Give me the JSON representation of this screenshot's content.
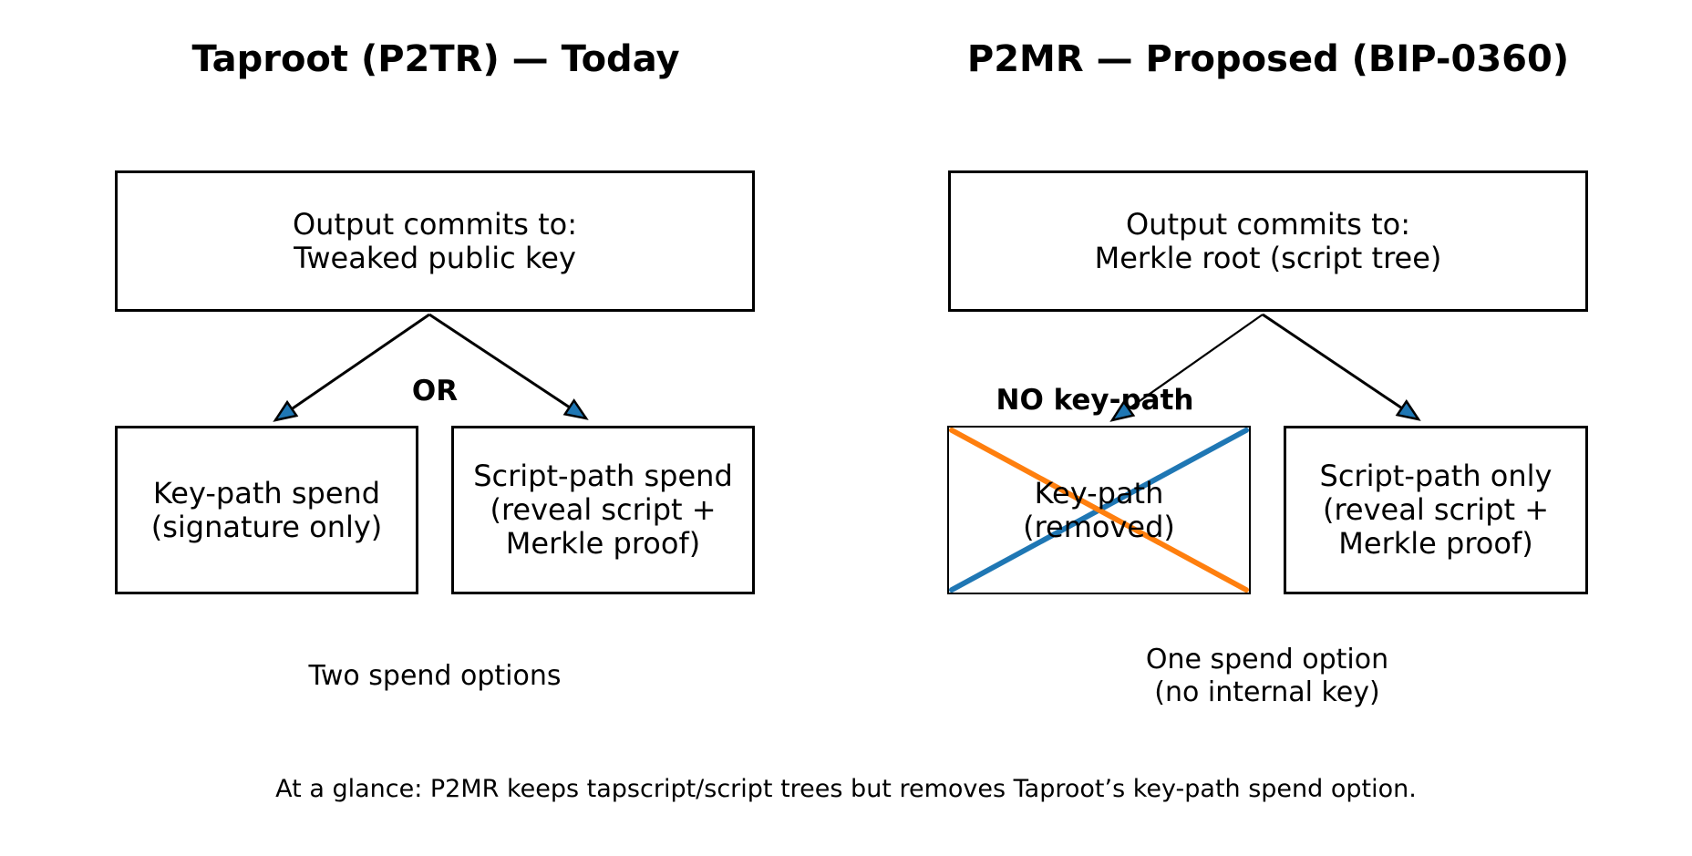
{
  "left_panel": {
    "title": "Taproot (P2TR) — Today",
    "top_box_lines": [
      "Output commits to:",
      "Tweaked public key"
    ],
    "branch_label": "OR",
    "key_path_box_lines": [
      "Key-path spend",
      "(signature only)"
    ],
    "script_path_box_lines": [
      "Script-path spend",
      "(reveal script +",
      "Merkle proof)"
    ],
    "caption_lines": [
      "Two spend options"
    ]
  },
  "right_panel": {
    "title": "P2MR — Proposed (BIP-0360)",
    "top_box_lines": [
      "Output commits to:",
      "Merkle root (script tree)"
    ],
    "branch_label": "NO key-path",
    "key_path_box_lines": [
      "Key-path",
      "(removed)"
    ],
    "script_path_box_lines": [
      "Script-path only",
      "(reveal script +",
      "Merkle proof)"
    ],
    "caption_lines": [
      "One spend option",
      "(no internal key)"
    ]
  },
  "footer": "At a glance: P2MR keeps tapscript/script trees but removes Taproot’s key-path spend option.",
  "colors": {
    "background": "#ffffff",
    "text": "#000000",
    "line": "#000000",
    "arrowhead_fill": "#1f77b4",
    "cross_blue": "#1f77b4",
    "cross_orange": "#ff7f0e"
  }
}
